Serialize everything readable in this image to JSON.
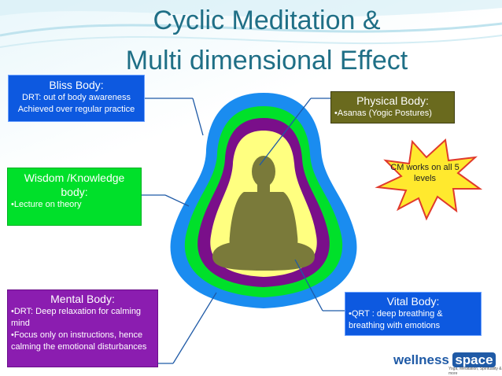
{
  "title": {
    "line1": "Cyclic Meditation &",
    "line2": "Multi dimensional Effect"
  },
  "boxes": {
    "bliss": {
      "heading": "Bliss Body:",
      "lines": [
        "DRT:  out of body awareness",
        "Achieved over regular practice"
      ]
    },
    "physical": {
      "heading": "Physical Body:",
      "lines": [
        "•Asanas (Yogic Postures)"
      ]
    },
    "wisdom": {
      "heading": "Wisdom /Knowledge body:",
      "lines": [
        "•Lecture on theory"
      ]
    },
    "mental": {
      "heading": "Mental Body:",
      "lines": [
        "•DRT: Deep relaxation for calming mind",
        "•Focus only on instructions, hence calming the emotional disturbances"
      ]
    },
    "vital": {
      "heading": "Vital Body:",
      "lines": [
        "•QRT : deep breathing & breathing with emotions"
      ]
    }
  },
  "starburst": {
    "text": "CM works on all 5 levels"
  },
  "logo": {
    "brand_1": "wellness",
    "brand_2": "space",
    "tagline": "Yoga, Meditation, Spirituality & more"
  },
  "colors": {
    "bliss_layer": "#1a8cf0",
    "wisdom_layer": "#00e02a",
    "mental_layer": "#7a0f8a",
    "vital_layer": "#ffff80",
    "physical_figure": "#7a7a3a",
    "title": "#1f6f86"
  }
}
